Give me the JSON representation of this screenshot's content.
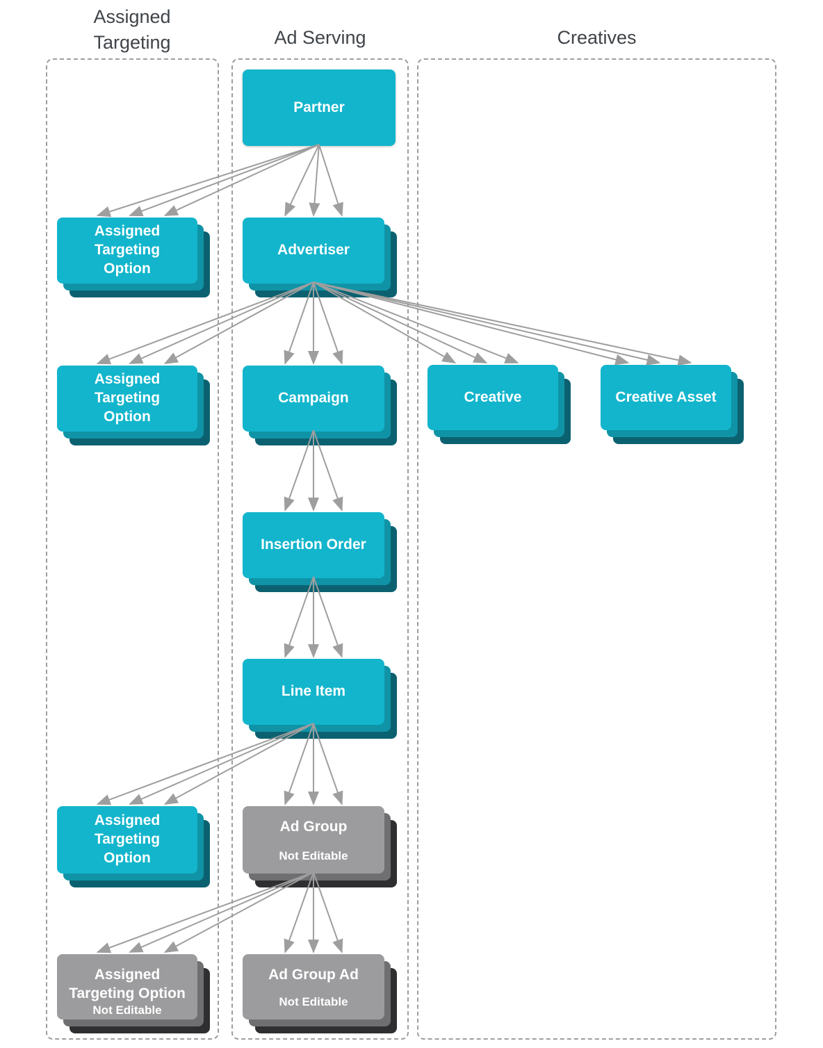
{
  "columns": [
    {
      "id": "assigned_targeting",
      "title": "Assigned Targeting"
    },
    {
      "id": "ad_serving",
      "title": "Ad Serving"
    },
    {
      "id": "creatives",
      "title": "Creatives"
    }
  ],
  "nodes": [
    {
      "id": "partner",
      "label": "Partner",
      "variant": "cyan",
      "stacked": false
    },
    {
      "id": "ato_partner",
      "label": "Assigned\nTargeting\nOption",
      "variant": "cyan",
      "stacked": true
    },
    {
      "id": "advertiser",
      "label": "Advertiser",
      "variant": "cyan",
      "stacked": true
    },
    {
      "id": "ato_advertiser",
      "label": "Assigned\nTargeting\nOption",
      "variant": "cyan",
      "stacked": true
    },
    {
      "id": "campaign",
      "label": "Campaign",
      "variant": "cyan",
      "stacked": true
    },
    {
      "id": "creative",
      "label": "Creative",
      "variant": "cyan",
      "stacked": true
    },
    {
      "id": "creative_asset",
      "label": "Creative Asset",
      "variant": "cyan",
      "stacked": true
    },
    {
      "id": "insertion_order",
      "label": "Insertion Order",
      "variant": "cyan",
      "stacked": true
    },
    {
      "id": "line_item",
      "label": "Line Item",
      "variant": "cyan",
      "stacked": true
    },
    {
      "id": "ato_line_item",
      "label": "Assigned\nTargeting\nOption",
      "variant": "cyan",
      "stacked": true
    },
    {
      "id": "ad_group",
      "label": "Ad Group",
      "sublabel": "Not Editable",
      "variant": "gray",
      "stacked": true
    },
    {
      "id": "ato_ad_group",
      "label": "Assigned\nTargeting Option",
      "sublabel": "Not Editable",
      "variant": "gray",
      "stacked": true
    },
    {
      "id": "ad_group_ad",
      "label": "Ad Group Ad",
      "sublabel": "Not Editable",
      "variant": "gray",
      "stacked": true
    }
  ],
  "edges": [
    {
      "from": "partner",
      "to": "ato_partner"
    },
    {
      "from": "partner",
      "to": "advertiser"
    },
    {
      "from": "advertiser",
      "to": "ato_advertiser"
    },
    {
      "from": "advertiser",
      "to": "campaign"
    },
    {
      "from": "advertiser",
      "to": "creative"
    },
    {
      "from": "advertiser",
      "to": "creative_asset"
    },
    {
      "from": "campaign",
      "to": "insertion_order"
    },
    {
      "from": "insertion_order",
      "to": "line_item"
    },
    {
      "from": "line_item",
      "to": "ato_line_item"
    },
    {
      "from": "line_item",
      "to": "ad_group"
    },
    {
      "from": "ad_group",
      "to": "ato_ad_group"
    },
    {
      "from": "ad_group",
      "to": "ad_group_ad"
    }
  ],
  "colors": {
    "node_cyan": "#12b5cc",
    "node_cyan_mid": "#1093a6",
    "node_cyan_dark": "#0c6170",
    "node_gray": "#9c9c9e",
    "node_gray_mid": "#6f6f72",
    "node_gray_dark": "#2f2f31",
    "node_text": "#ffffff",
    "arrow": "#9e9e9e",
    "column_border": "#9e9e9e",
    "column_title": "#3f4449"
  }
}
